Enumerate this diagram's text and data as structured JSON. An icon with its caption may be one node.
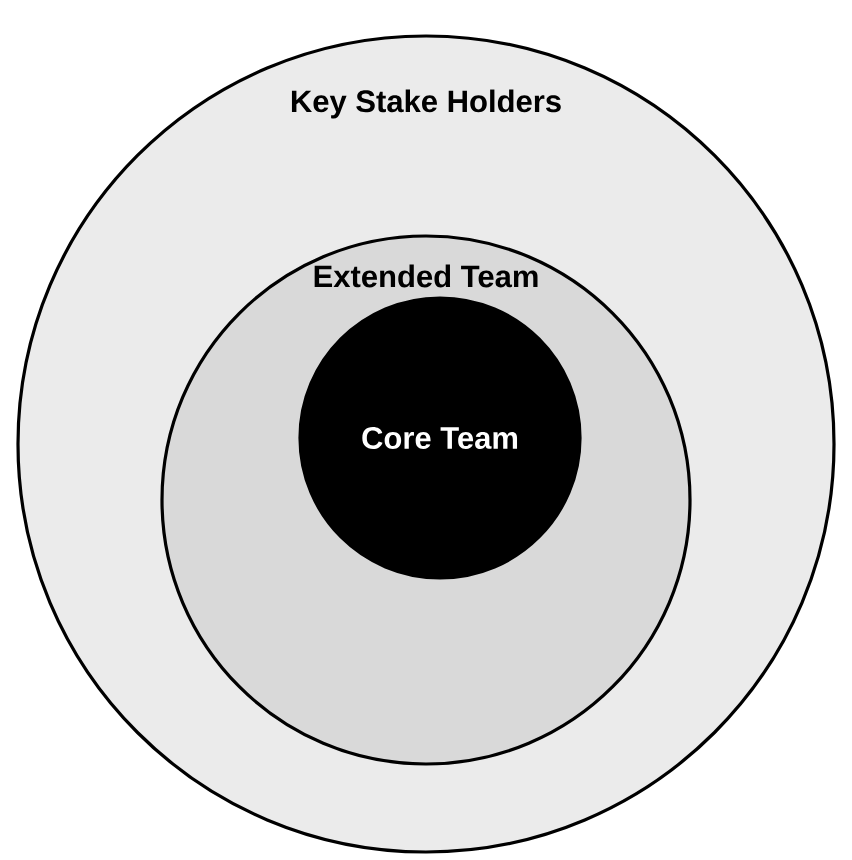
{
  "diagram": {
    "nodes": [
      {
        "text": [
          "Key Stake Holders"
        ]
      },
      {
        "text": [
          "Extended Team"
        ],
        "in": 0
      },
      {
        "text": [
          "Core Team"
        ],
        "in": 1
      }
    ]
  }
}
